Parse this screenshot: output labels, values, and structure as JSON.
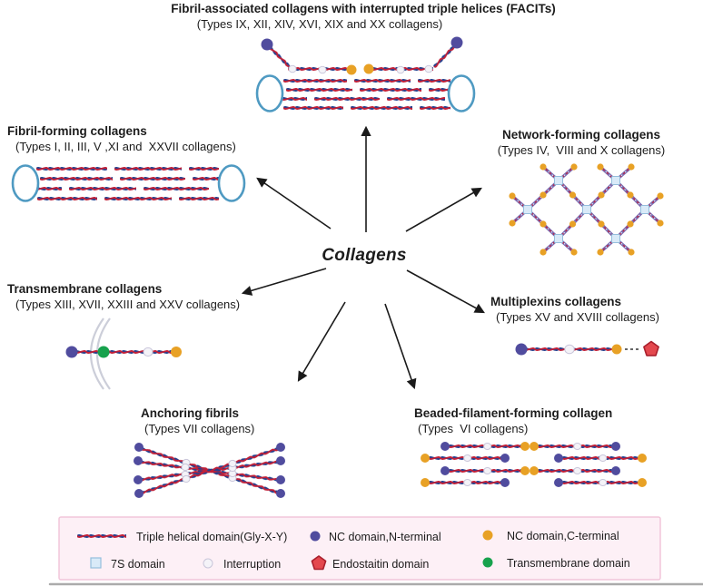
{
  "center": {
    "label": "Collagens"
  },
  "groups": [
    {
      "id": "facit",
      "title": "Fibril-associated collagens with interrupted triple helices (FACITs)",
      "subtitle": "(Types IX, XII, XIV, XVI, XIX and XX collagens)"
    },
    {
      "id": "fibril",
      "title": "Fibril-forming collagens",
      "subtitle": "(Types I, II, III, V ,XI and  XXVII collagens)"
    },
    {
      "id": "network",
      "title": "Network-forming collagens",
      "subtitle": "(Types IV,  VIII and X collagens)"
    },
    {
      "id": "transmembrane",
      "title": "Transmembrane collagens",
      "subtitle": "(Types XIII, XVII, XXIII and XXV collagens)"
    },
    {
      "id": "multiplexin",
      "title": "Multiplexins collagens",
      "subtitle": "(Types XV and XVIII collagens)"
    },
    {
      "id": "anchoring",
      "title": "Anchoring fibrils",
      "subtitle": "(Types VII collagens)"
    },
    {
      "id": "beaded",
      "title": "Beaded-filament-forming collagen",
      "subtitle": "(Types  VI collagens)"
    }
  ],
  "legend": {
    "items": [
      {
        "icon": "triple-helix-icon",
        "label": "Triple helical domain(Gly-X-Y)"
      },
      {
        "icon": "nc-n-terminal-icon",
        "label": "NC domain,N-terminal"
      },
      {
        "icon": "nc-c-terminal-icon",
        "label": "NC domain,C-terminal"
      },
      {
        "icon": "7s-domain-icon",
        "label": "7S domain"
      },
      {
        "icon": "interruption-icon",
        "label": "Interruption"
      },
      {
        "icon": "endostatin-icon",
        "label": "Endostaitin domain"
      },
      {
        "icon": "transmembrane-icon",
        "label": "Transmembrane domain"
      }
    ]
  },
  "colors": {
    "helix_red": "#c02038",
    "helix_blue": "#24408e",
    "nc_n_purple": "#504c9e",
    "nc_c_orange": "#e8a125",
    "interruption_fill": "#f4f3f8",
    "interruption_border": "#c9c6da",
    "transmembrane_green": "#17a24d",
    "endostatin_fill": "#e4484e",
    "endostatin_border": "#a91f2c",
    "seven_s_fill": "#d9eaf8",
    "seven_s_border": "#94bedd",
    "fibril_oval_blue": "#4f9ac2",
    "network_strand_purple": "#7b6cb2",
    "membrane_gray": "#ccced9",
    "arrow_black": "#1a1a1a",
    "legend_bg": "#fdf0f6",
    "legend_border": "#f2c6da",
    "text_color": "#1c1c1c"
  }
}
